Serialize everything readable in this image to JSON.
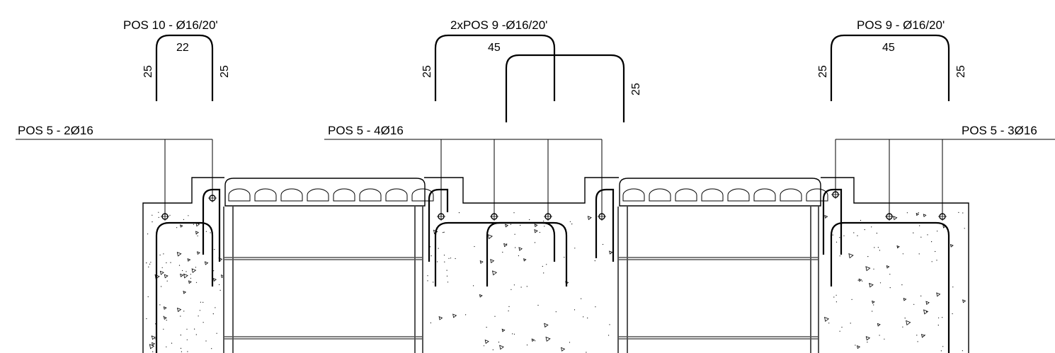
{
  "schedule": {
    "pos10": {
      "title": "POS 10 - Ø16/20'",
      "width": "22",
      "leg_left": "25",
      "leg_right": "25"
    },
    "pos9_double": {
      "title": "2xPOS 9 -Ø16/20'",
      "width": "45",
      "leg": "25",
      "leg_second": "25"
    },
    "pos9": {
      "title": "POS 9 - Ø16/20'",
      "width": "45",
      "leg_left": "25",
      "leg_right": "25"
    }
  },
  "callouts": {
    "left": "POS 5 - 2Ø16",
    "middle": "POS 5 - 4Ø16",
    "right": "POS 5 - 3Ø16"
  }
}
